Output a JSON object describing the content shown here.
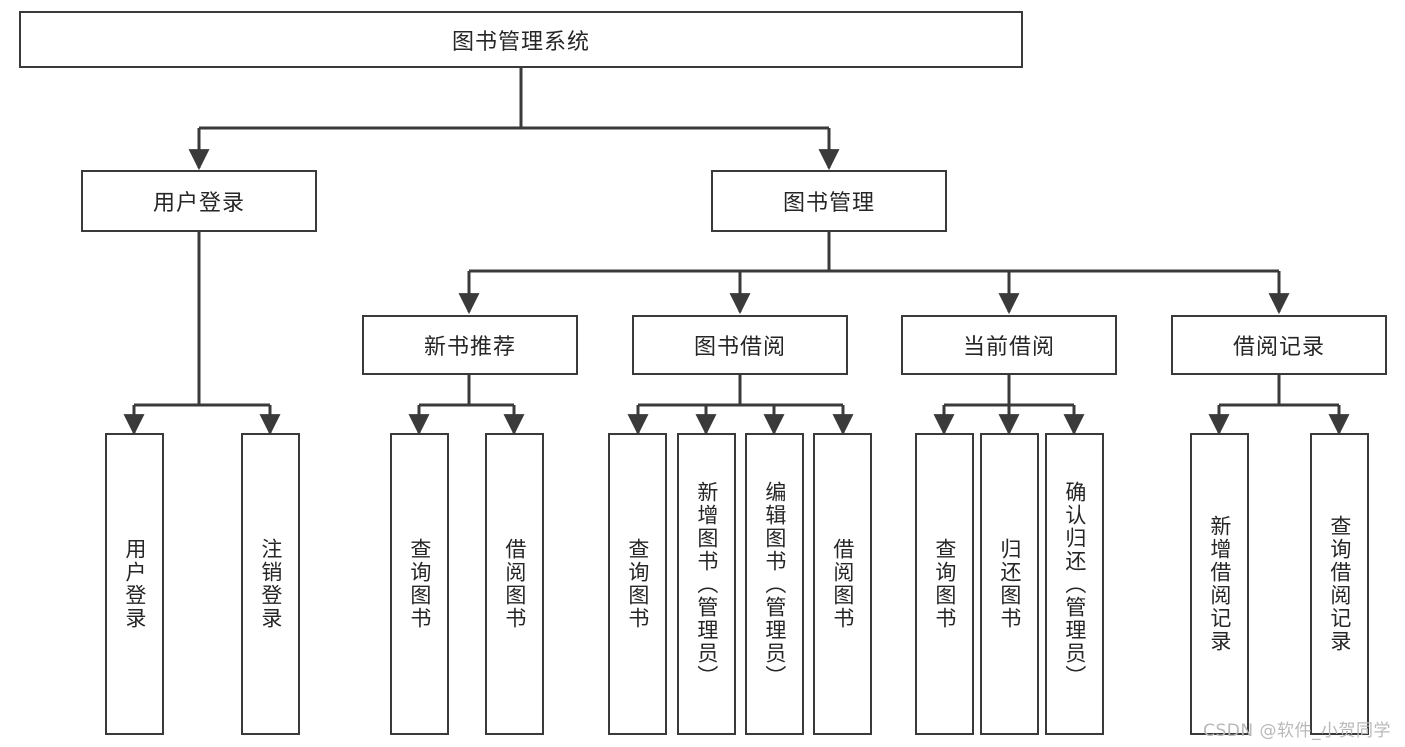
{
  "diagram": {
    "type": "tree-hierarchy",
    "title": "图书管理系统",
    "orientation": "top-down",
    "colors": {
      "box_border": "#3a3a3a",
      "box_fill": "#ffffff",
      "edge": "#3a3a3a",
      "text": "#262626",
      "watermark": "#b9b9b9",
      "background": "#ffffff"
    },
    "root": {
      "id": "root",
      "label": "图书管理系统"
    },
    "level2": [
      {
        "id": "user-login",
        "label": "用户登录"
      },
      {
        "id": "book-management",
        "label": "图书管理"
      }
    ],
    "level3": [
      {
        "id": "new-book-recommend",
        "label": "新书推荐",
        "parent": "book-management"
      },
      {
        "id": "book-borrow",
        "label": "图书借阅",
        "parent": "book-management"
      },
      {
        "id": "current-borrow",
        "label": "当前借阅",
        "parent": "book-management"
      },
      {
        "id": "borrow-record",
        "label": "借阅记录",
        "parent": "book-management"
      }
    ],
    "leaves": [
      {
        "id": "leaf-user-login",
        "label": "用户登录",
        "parent": "user-login"
      },
      {
        "id": "leaf-user-logout",
        "label": "注销登录",
        "parent": "user-login"
      },
      {
        "id": "leaf-query-book-1",
        "label": "查询图书",
        "parent": "new-book-recommend"
      },
      {
        "id": "leaf-borrow-book-1",
        "label": "借阅图书",
        "parent": "new-book-recommend"
      },
      {
        "id": "leaf-query-book-2",
        "label": "查询图书",
        "parent": "book-borrow"
      },
      {
        "id": "leaf-add-book",
        "label": "新增图书（管理员）",
        "parent": "book-borrow"
      },
      {
        "id": "leaf-edit-book",
        "label": "编辑图书（管理员）",
        "parent": "book-borrow"
      },
      {
        "id": "leaf-borrow-book-2",
        "label": "借阅图书",
        "parent": "book-borrow"
      },
      {
        "id": "leaf-query-book-3",
        "label": "查询图书",
        "parent": "current-borrow"
      },
      {
        "id": "leaf-return-book",
        "label": "归还图书",
        "parent": "current-borrow"
      },
      {
        "id": "leaf-confirm-return",
        "label": "确认归还（管理员）",
        "parent": "current-borrow"
      },
      {
        "id": "leaf-add-record",
        "label": "新增借阅记录",
        "parent": "borrow-record"
      },
      {
        "id": "leaf-query-record",
        "label": "查询借阅记录",
        "parent": "borrow-record"
      }
    ]
  },
  "watermark": {
    "text": "CSDN @软件_小贺同学"
  }
}
